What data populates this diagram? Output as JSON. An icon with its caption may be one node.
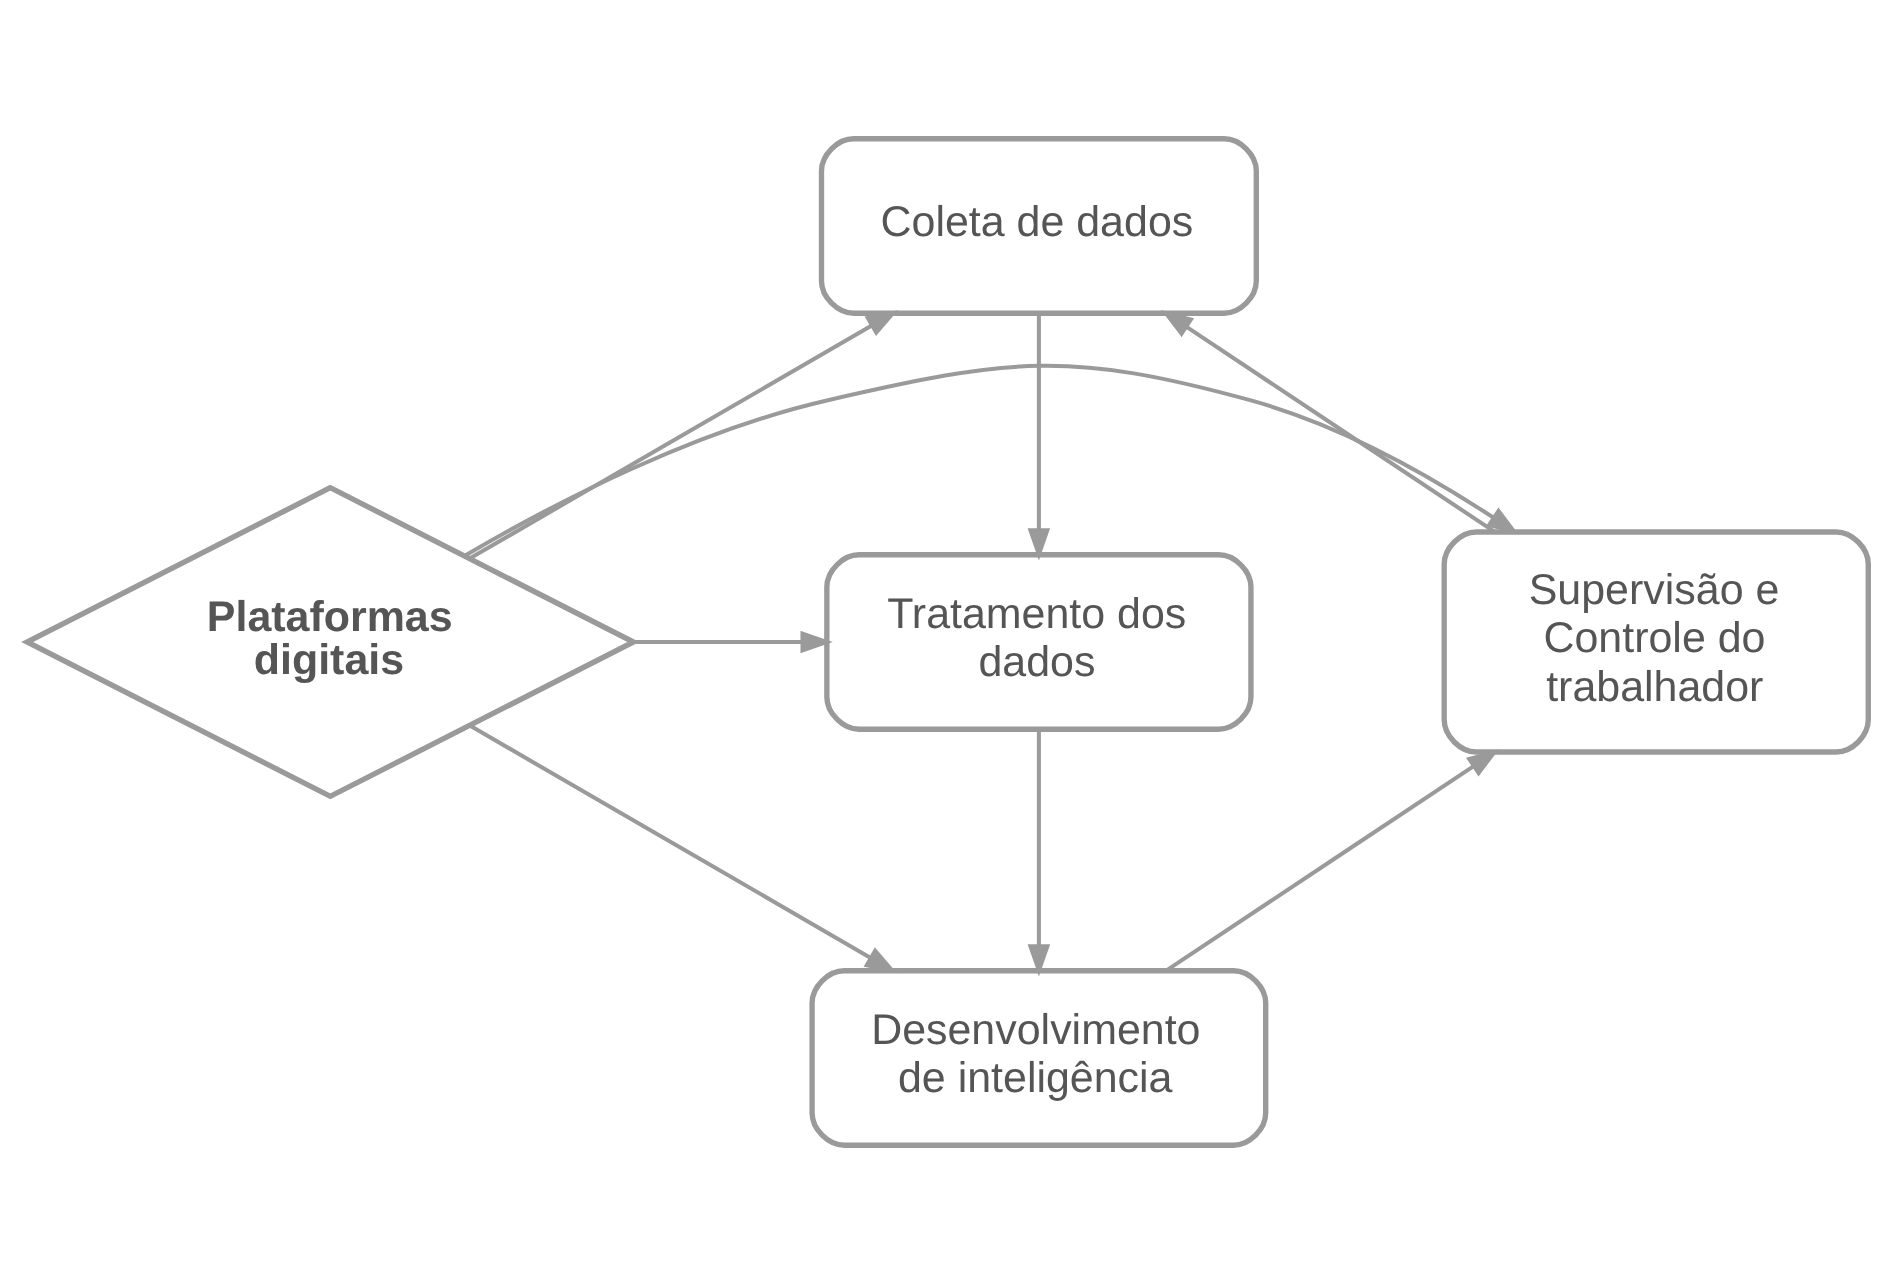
{
  "diagram": {
    "nodes": [
      {
        "text": [
          "Coleta de dados"
        ]
      },
      {
        "text": [
          "Supervisão e Controle do trabalhador"
        ]
      },
      {
        "text": [
          "Plataformas digitais"
        ]
      },
      {
        "text": [
          "Tratamento dos dados"
        ]
      },
      {
        "text": [
          "Desenvolvimento de inteligência"
        ]
      }
    ],
    "edges": [
      {
        "from": 2,
        "to": 0,
        "arrow": "to"
      },
      {
        "from": 2,
        "to": 1,
        "arrow": "to"
      },
      {
        "from": 2,
        "to": 3,
        "arrow": "to"
      },
      {
        "from": 2,
        "to": 4,
        "arrow": "to"
      },
      {
        "from": 0,
        "to": 3,
        "arrow": "to"
      },
      {
        "from": 3,
        "to": 4,
        "arrow": "to"
      },
      {
        "from": 4,
        "to": 1,
        "arrow": "to"
      },
      {
        "from": 1,
        "to": 0,
        "arrow": "to"
      }
    ]
  }
}
